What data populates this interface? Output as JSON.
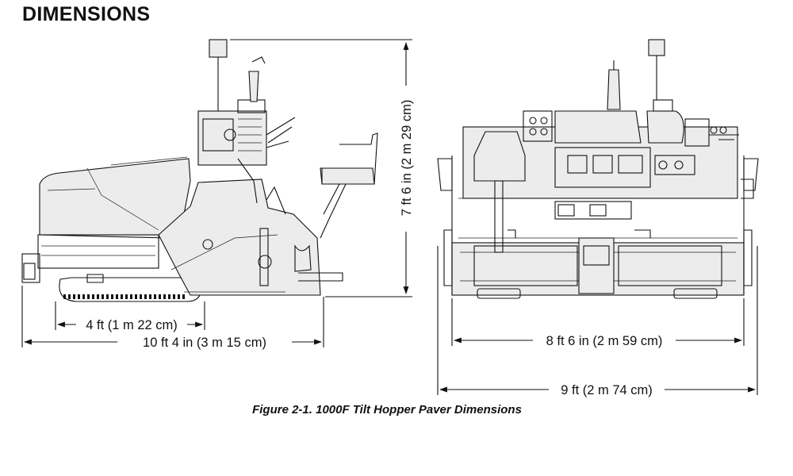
{
  "heading": "DIMENSIONS",
  "dimensions": {
    "height": "7 ft  6 in (2 m 29 cm)",
    "track_length": "4 ft (1 m 22 cm)",
    "overall_length": "10 ft 4 in (3 m 15 cm)",
    "screed_width": "8 ft 6 in (2 m 59 cm)",
    "overall_width": "9 ft (2 m 74 cm)"
  },
  "caption": "Figure 2-1.  1000F Tilt Hopper Paver Dimensions"
}
